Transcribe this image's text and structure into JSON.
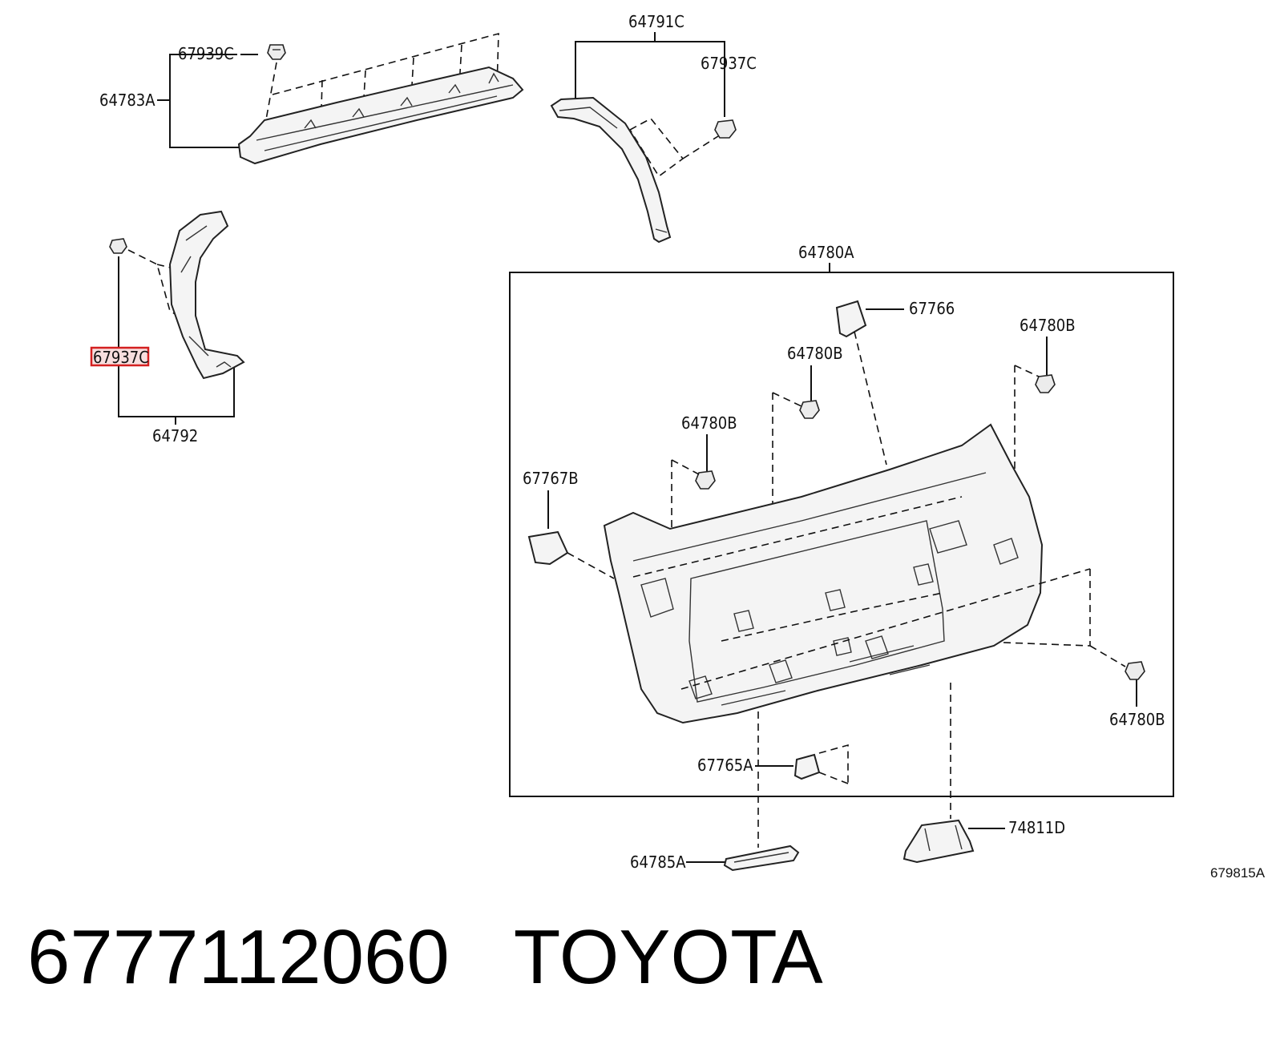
{
  "diagram": {
    "labels": {
      "l_67939C": "67939C",
      "l_64783A": "64783A",
      "l_64791C": "64791C",
      "l_67937C_top": "67937C",
      "l_67937C_left": "67937C",
      "l_64792": "64792",
      "l_64780A": "64780A",
      "l_67766": "67766",
      "l_64780B_1": "64780B",
      "l_64780B_2": "64780B",
      "l_64780B_3": "64780B",
      "l_64780B_4": "64780B",
      "l_67767B": "67767B",
      "l_67765A": "67765A",
      "l_64785A": "64785A",
      "l_74811D": "74811D"
    },
    "reference_code": "679815A",
    "highlighted_label": "67937C"
  },
  "caption": {
    "part_number": "6777112060",
    "brand": "TOYOTA"
  }
}
